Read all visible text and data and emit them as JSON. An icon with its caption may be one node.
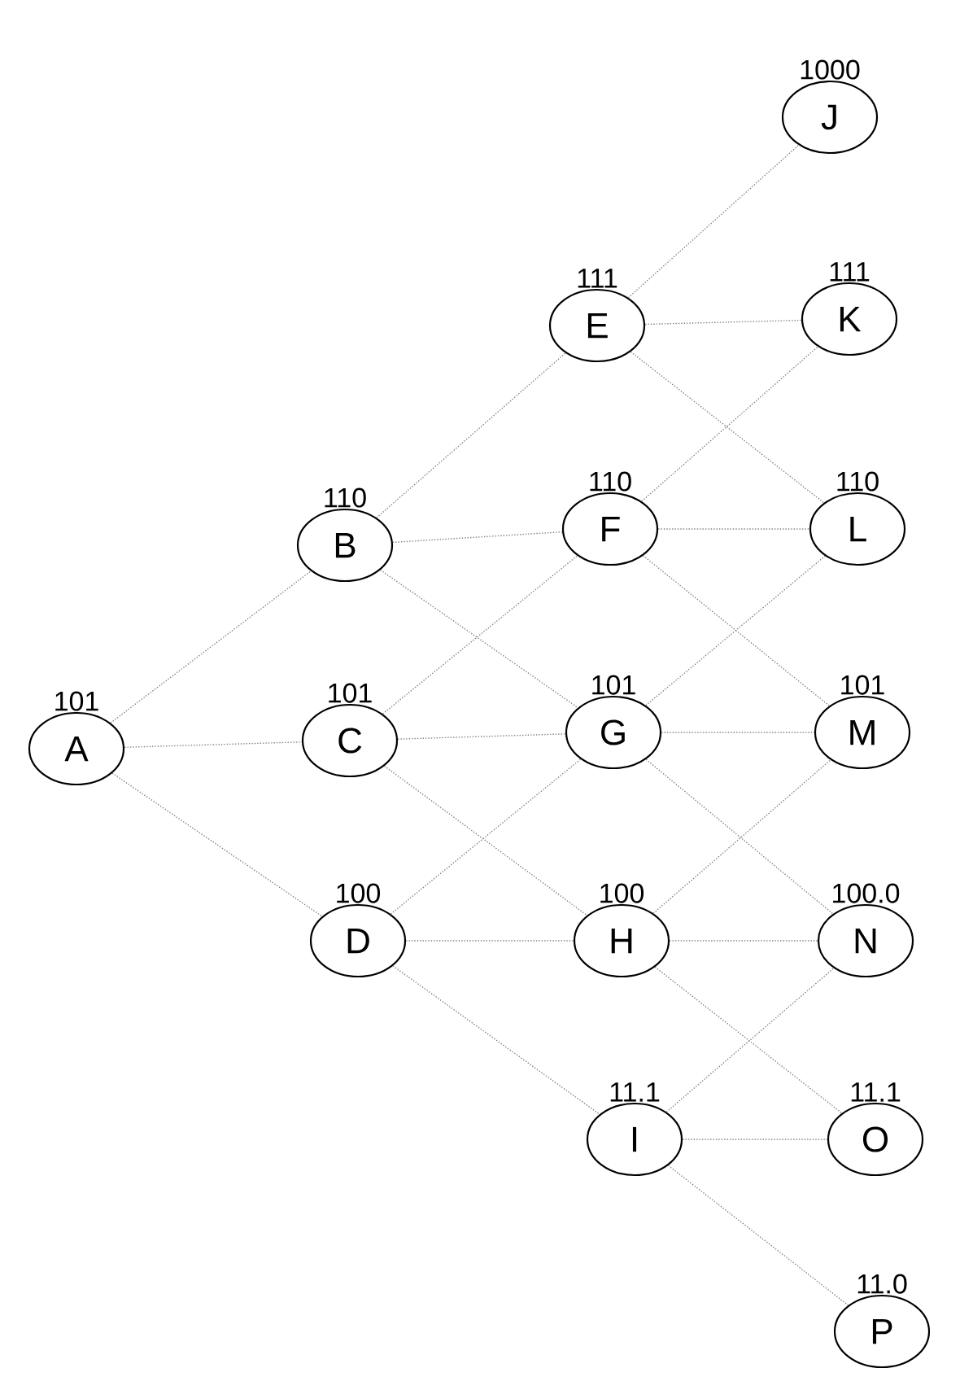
{
  "diagram": {
    "nodes": [
      {
        "text": [
          "A"
        ],
        "beside": [
          "101"
        ]
      },
      {
        "text": [
          "B"
        ],
        "beside": [
          "110"
        ]
      },
      {
        "text": [
          "C"
        ],
        "beside": [
          "101"
        ]
      },
      {
        "text": [
          "D"
        ],
        "beside": [
          "100"
        ]
      },
      {
        "text": [
          "E"
        ],
        "beside": [
          "111"
        ]
      },
      {
        "text": [
          "F"
        ],
        "beside": [
          "110"
        ]
      },
      {
        "text": [
          "G"
        ],
        "beside": [
          "101"
        ]
      },
      {
        "text": [
          "H"
        ],
        "beside": [
          "100"
        ]
      },
      {
        "text": [
          "I"
        ],
        "beside": [
          "11.1"
        ]
      },
      {
        "text": [
          "J"
        ],
        "beside": [
          "1000"
        ]
      },
      {
        "text": [
          "K"
        ],
        "beside": [
          "111"
        ]
      },
      {
        "text": [
          "L"
        ],
        "beside": [
          "110"
        ]
      },
      {
        "text": [
          "M"
        ],
        "beside": [
          "101"
        ]
      },
      {
        "text": [
          "N"
        ],
        "beside": [
          "100.0"
        ]
      },
      {
        "text": [
          "O"
        ],
        "beside": [
          "11.1"
        ]
      },
      {
        "text": [
          "P"
        ],
        "beside": [
          "11.0"
        ]
      }
    ],
    "edges": [
      {
        "from": 0,
        "to": 1,
        "arrow": "none"
      },
      {
        "from": 0,
        "to": 2,
        "arrow": "none"
      },
      {
        "from": 0,
        "to": 3,
        "arrow": "none"
      },
      {
        "from": 1,
        "to": 4,
        "arrow": "none"
      },
      {
        "from": 1,
        "to": 5,
        "arrow": "none"
      },
      {
        "from": 1,
        "to": 6,
        "arrow": "none"
      },
      {
        "from": 2,
        "to": 5,
        "arrow": "none"
      },
      {
        "from": 2,
        "to": 6,
        "arrow": "none"
      },
      {
        "from": 2,
        "to": 7,
        "arrow": "none"
      },
      {
        "from": 3,
        "to": 6,
        "arrow": "none"
      },
      {
        "from": 3,
        "to": 7,
        "arrow": "none"
      },
      {
        "from": 3,
        "to": 8,
        "arrow": "none"
      },
      {
        "from": 4,
        "to": 9,
        "arrow": "none"
      },
      {
        "from": 4,
        "to": 10,
        "arrow": "none"
      },
      {
        "from": 4,
        "to": 11,
        "arrow": "none"
      },
      {
        "from": 5,
        "to": 10,
        "arrow": "none"
      },
      {
        "from": 5,
        "to": 11,
        "arrow": "none"
      },
      {
        "from": 5,
        "to": 12,
        "arrow": "none"
      },
      {
        "from": 6,
        "to": 11,
        "arrow": "none"
      },
      {
        "from": 6,
        "to": 12,
        "arrow": "none"
      },
      {
        "from": 6,
        "to": 13,
        "arrow": "none"
      },
      {
        "from": 7,
        "to": 12,
        "arrow": "none"
      },
      {
        "from": 7,
        "to": 13,
        "arrow": "none"
      },
      {
        "from": 7,
        "to": 14,
        "arrow": "none"
      },
      {
        "from": 8,
        "to": 13,
        "arrow": "none"
      },
      {
        "from": 8,
        "to": 14,
        "arrow": "none"
      },
      {
        "from": 8,
        "to": 15,
        "arrow": "none"
      }
    ]
  }
}
